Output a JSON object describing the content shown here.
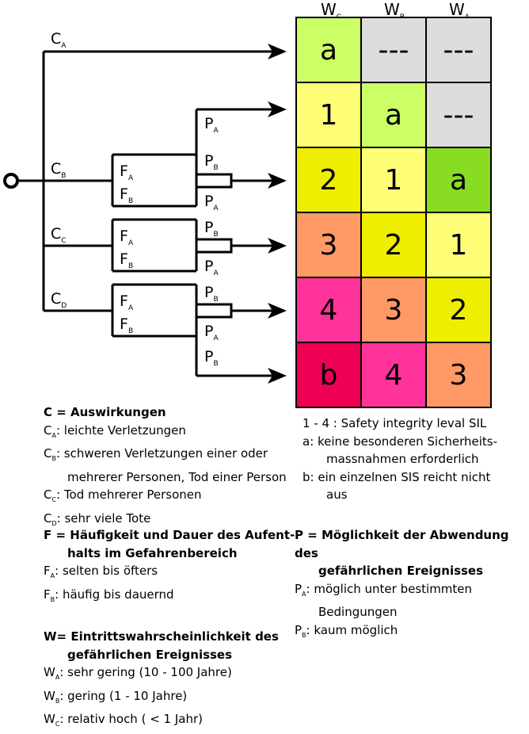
{
  "columns": [
    {
      "base": "W",
      "sub": "C"
    },
    {
      "base": "W",
      "sub": "B"
    },
    {
      "base": "W",
      "sub": "A"
    }
  ],
  "matrix": [
    [
      {
        "v": "a",
        "color": "#ccff66"
      },
      {
        "v": "---",
        "color": "#dddddd"
      },
      {
        "v": "---",
        "color": "#dddddd"
      }
    ],
    [
      {
        "v": "1",
        "color": "#ffff77"
      },
      {
        "v": "a",
        "color": "#ccff66"
      },
      {
        "v": "---",
        "color": "#dddddd"
      }
    ],
    [
      {
        "v": "2",
        "color": "#eeee00"
      },
      {
        "v": "1",
        "color": "#ffff77"
      },
      {
        "v": "a",
        "color": "#88dd22"
      }
    ],
    [
      {
        "v": "3",
        "color": "#ff9966"
      },
      {
        "v": "2",
        "color": "#eeee00"
      },
      {
        "v": "1",
        "color": "#ffff77"
      }
    ],
    [
      {
        "v": "4",
        "color": "#ff3399"
      },
      {
        "v": "3",
        "color": "#ff9966"
      },
      {
        "v": "2",
        "color": "#eeee00"
      }
    ],
    [
      {
        "v": "b",
        "color": "#ee0055"
      },
      {
        "v": "4",
        "color": "#ff3399"
      },
      {
        "v": "3",
        "color": "#ff9966"
      }
    ]
  ],
  "tree_labels": {
    "CA": {
      "base": "C",
      "sub": "A"
    },
    "CB": {
      "base": "C",
      "sub": "B"
    },
    "CC": {
      "base": "C",
      "sub": "C"
    },
    "CD": {
      "base": "C",
      "sub": "D"
    },
    "FA": {
      "base": "F",
      "sub": "A"
    },
    "FB": {
      "base": "F",
      "sub": "B"
    },
    "PA": {
      "base": "P",
      "sub": "A"
    },
    "PB": {
      "base": "P",
      "sub": "B"
    }
  },
  "legend_sil": {
    "lines": [
      {
        "k": "",
        "t": "1 - 4 : Safety integrity leval SIL"
      },
      {
        "k": "",
        "t": "a: keine besonderen Sicherheits-"
      },
      {
        "k": "",
        "t": "massnahmen erforderlich",
        "indent": true
      },
      {
        "k": "",
        "t": "b: ein einzelnen SIS reicht nicht"
      },
      {
        "k": "",
        "t": "aus",
        "indent": true
      }
    ]
  },
  "legend_c": {
    "title": "C = Auswirkungen",
    "lines": [
      {
        "b": "C",
        "s": "A",
        "t": ": leichte Verletzungen"
      },
      {
        "b": "C",
        "s": "B",
        "t": ": schweren Verletzungen einer oder"
      },
      {
        "b": "",
        "s": "",
        "t": "mehrerer Personen, Tod einer Person",
        "indent": true
      },
      {
        "b": "C",
        "s": "C",
        "t": ": Tod mehrerer Personen"
      },
      {
        "b": "C",
        "s": "D",
        "t": ": sehr viele Tote"
      }
    ]
  },
  "legend_f": {
    "title": "F = Häufigkeit und Dauer des Aufent-",
    "title2": "halts im Gefahrenbereich",
    "lines": [
      {
        "b": "F",
        "s": "A",
        "t": ": selten bis öfters"
      },
      {
        "b": "F",
        "s": "B",
        "t": ": häufig bis dauernd"
      }
    ]
  },
  "legend_p": {
    "title": "P = Möglichkeit der Abwendung des",
    "title2": "gefährlichen Ereignisses",
    "lines": [
      {
        "b": "P",
        "s": "A",
        "t": ": möglich unter bestimmten"
      },
      {
        "b": "",
        "s": "",
        "t": "Bedingungen",
        "indent": true
      },
      {
        "b": "P",
        "s": "B",
        "t": ": kaum möglich"
      }
    ]
  },
  "legend_w": {
    "title": "W= Eintrittswahrscheinlichkeit des",
    "title2": "gefährlichen Ereignisses",
    "lines": [
      {
        "b": "W",
        "s": "A",
        "t": ": sehr gering (10 - 100 Jahre)"
      },
      {
        "b": "W",
        "s": "B",
        "t": ": gering (1 - 10 Jahre)"
      },
      {
        "b": "W",
        "s": "C",
        "t": ": relativ hoch ( < 1 Jahr)"
      }
    ]
  }
}
